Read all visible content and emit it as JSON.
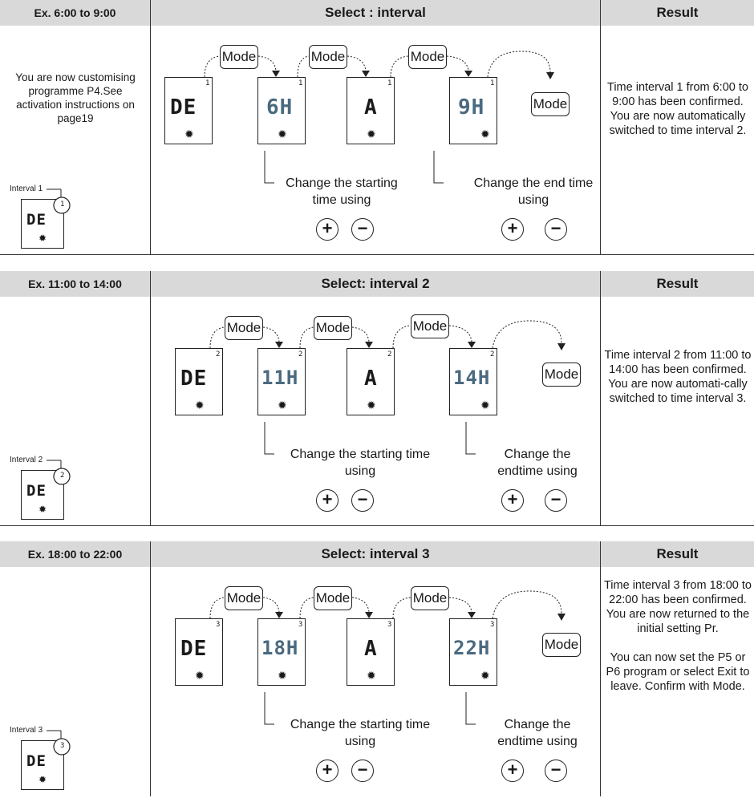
{
  "sections": [
    {
      "header": {
        "example": "Ex. 6:00 to 9:00",
        "select": "Select : interval",
        "result": "Result"
      },
      "intro": "You are now customising programme P4.See activation instructions on page19",
      "interval_label": "Interval 1",
      "interval_num": "1",
      "displays": [
        "DE",
        "6H",
        "A",
        "9H"
      ],
      "mode_label": "Mode",
      "start_caption": "Change the starting time using",
      "end_caption": "Change the end time using",
      "result": "Time interval 1 from 6:00 to 9:00 has been confirmed. You are now automatically switched to time interval 2."
    },
    {
      "header": {
        "example": "Ex. 11:00 to 14:00",
        "select": "Select: interval 2",
        "result": "Result"
      },
      "intro": "",
      "interval_label": "Interval 2",
      "interval_num": "2",
      "displays": [
        "DE",
        "11H",
        "A",
        "14H"
      ],
      "mode_label": "Mode",
      "start_caption": "Change the starting time using",
      "end_caption": "Change the endtime using",
      "result": "Time interval 2 from 11:00 to 14:00 has been confirmed. You are now automati-cally switched to time interval 3."
    },
    {
      "header": {
        "example": "Ex. 18:00 to 22:00",
        "select": "Select: interval 3",
        "result": "Result"
      },
      "intro": "",
      "interval_label": "Interval 3",
      "interval_num": "3",
      "displays": [
        "DE",
        "18H",
        "A",
        "22H"
      ],
      "mode_label": "Mode",
      "start_caption": "Change the starting time using",
      "end_caption": "Change the endtime using",
      "result": "Time interval 3 from 18:00 to 22:00 has been confirmed. You are now returned to the initial setting Pr.\n\nYou can now set the P5 or P6 program or select Exit to leave. Confirm with Mode."
    }
  ],
  "plus_symbol": "+",
  "minus_symbol": "−",
  "sun_symbol": "✹"
}
